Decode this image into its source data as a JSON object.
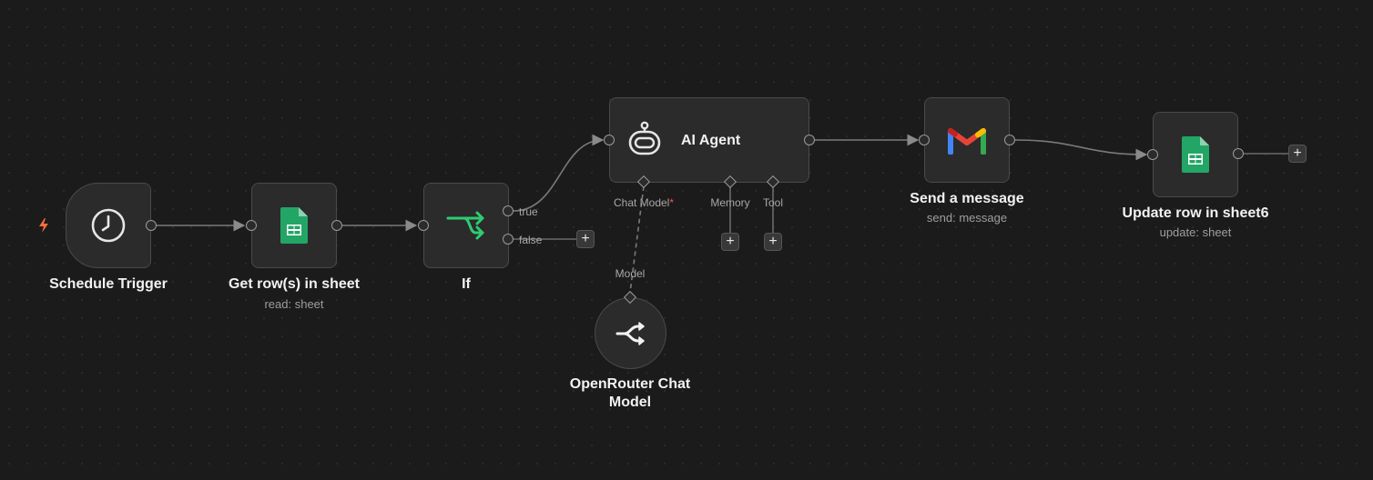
{
  "nodes": {
    "schedule_trigger": {
      "title": "Schedule Trigger",
      "icon": "clock-icon"
    },
    "get_rows": {
      "title": "Get row(s) in sheet",
      "subtitle": "read: sheet",
      "icon": "google-sheets-icon"
    },
    "if_node": {
      "title": "If",
      "icon": "branch-icon",
      "outputs": [
        "true",
        "false"
      ]
    },
    "ai_agent": {
      "title": "AI Agent",
      "icon": "robot-icon",
      "connectors": {
        "chat_model": "Chat Model",
        "required_mark": "*",
        "memory": "Memory",
        "tool": "Tool"
      }
    },
    "openrouter": {
      "title_line1": "OpenRouter Chat",
      "title_line2": "Model",
      "icon": "openrouter-icon",
      "connection_label": "Model"
    },
    "send_message": {
      "title": "Send a message",
      "subtitle": "send: message",
      "icon": "gmail-icon"
    },
    "update_row": {
      "title": "Update row in sheet6",
      "subtitle": "update: sheet",
      "icon": "google-sheets-icon"
    }
  },
  "add_button_label": "+",
  "colors": {
    "canvas": "#1b1b1b",
    "node_bg": "#2b2b2b",
    "node_border": "#4a4a4a",
    "wire": "#7a7a7a",
    "trigger_bolt": "#ff6d3a",
    "if_icon": "#2ecc71",
    "sheets_green": "#23a566"
  }
}
